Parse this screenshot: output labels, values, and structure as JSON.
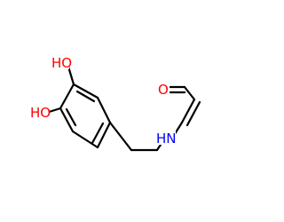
{
  "molecule": {
    "atoms": {
      "oh_top": {
        "label": "HO",
        "color": "#ff0000"
      },
      "oh_left": {
        "label": "HO",
        "color": "#ff0000"
      },
      "nh": {
        "label": "HN",
        "color": "#0000ff"
      },
      "o_ald": {
        "label": "O",
        "color": "#ff0000"
      }
    },
    "bond_color": "#000000"
  }
}
